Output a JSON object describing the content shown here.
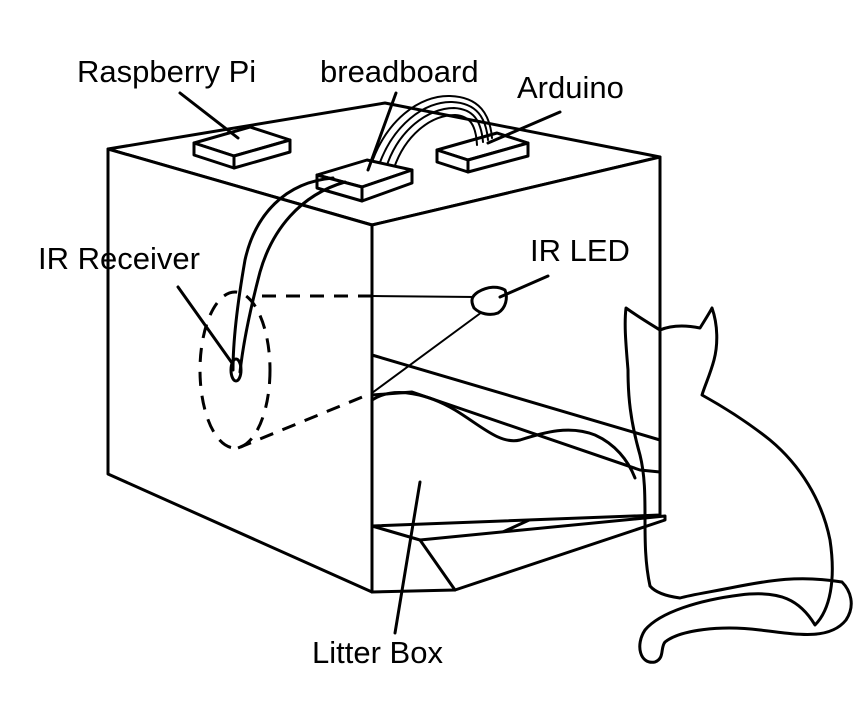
{
  "labels": {
    "raspberry_pi": "Raspberry Pi",
    "breadboard": "breadboard",
    "arduino": "Arduino",
    "ir_receiver": "IR Receiver",
    "ir_led": "IR LED",
    "litter_box": "Litter Box"
  }
}
